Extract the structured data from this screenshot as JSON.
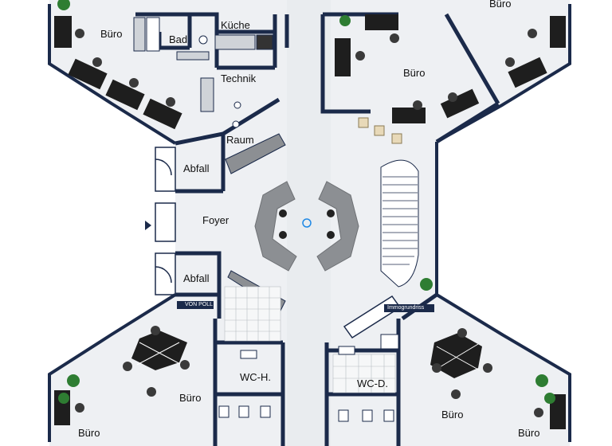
{
  "rooms": {
    "buero_top_left": "Büro",
    "buero_top_right": "Büro",
    "buero_center_top": "Büro",
    "bad": "Bad",
    "kueche": "Küche",
    "technik": "Technik",
    "raum": "Raum",
    "abfall_top": "Abfall",
    "foyer": "Foyer",
    "abfall_bottom": "Abfall",
    "buero_bottom_left": "Büro",
    "buero_bottom_left_corner": "Büro",
    "wc_h": "WC-H.",
    "wc_d": "WC-D.",
    "buero_bottom_right": "Büro",
    "buero_bottom_right_corner": "Büro"
  },
  "watermarks": {
    "left": "VON POLL",
    "right": "Immogrundriss"
  },
  "colors": {
    "wall": "#1b2a4a",
    "floor": "#eef0f3",
    "desk": "#1e1e1e",
    "plant": "#2e7d32",
    "lounge": "#8c8f93"
  }
}
